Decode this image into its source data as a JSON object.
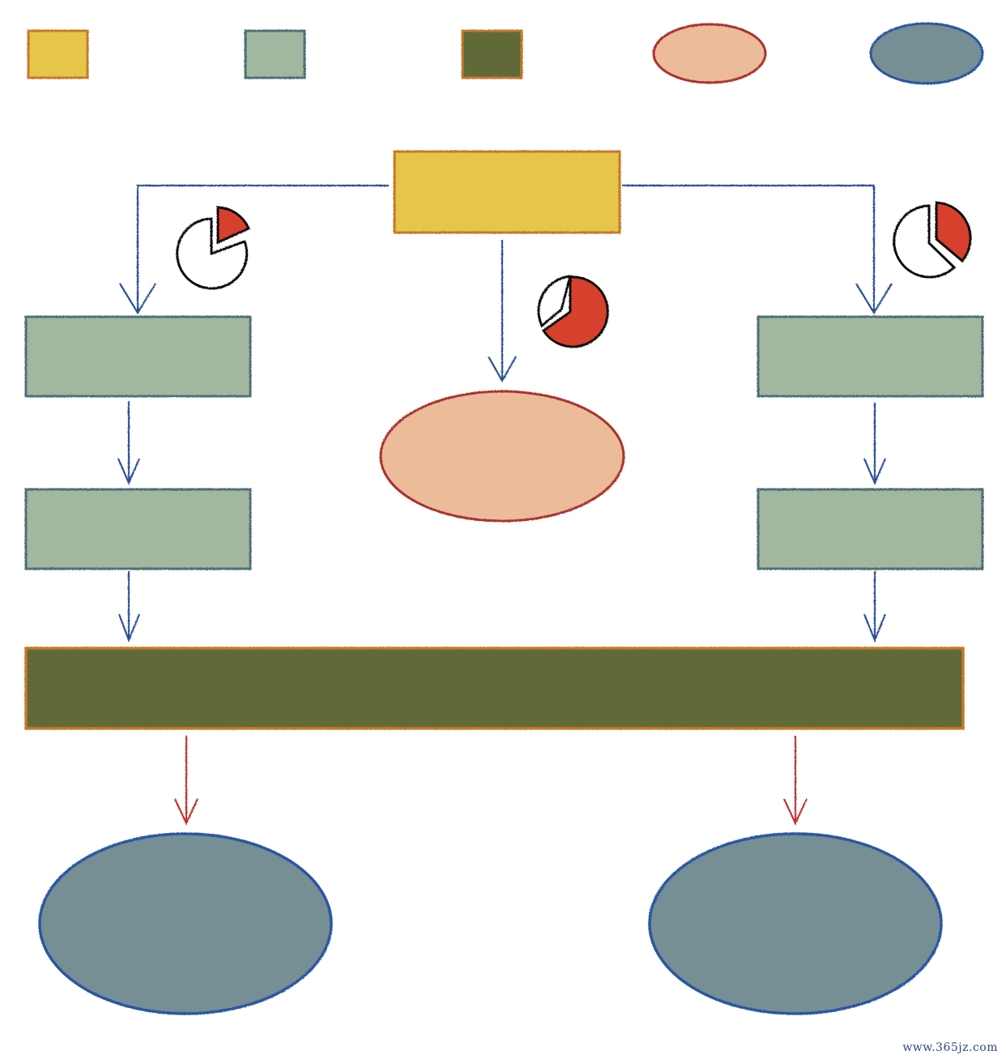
{
  "watermark": "www.365jz.com",
  "colors": {
    "yellow": "#e6c54c",
    "yellow_border": "#c8782a",
    "sage": "#a2b79f",
    "sage_border": "#4f6f78",
    "olive": "#5e6b37",
    "olive_border": "#c8782a",
    "peach": "#ecbc9a",
    "peach_border": "#a8322e",
    "slate": "#758f95",
    "slate_border": "#2c57a0",
    "connector_blue": "#2c4f96",
    "connector_red": "#b8352e",
    "pie_red": "#d8412e"
  },
  "icons": [
    "pie-chart-icon-left",
    "pie-chart-icon-center",
    "pie-chart-icon-right"
  ]
}
